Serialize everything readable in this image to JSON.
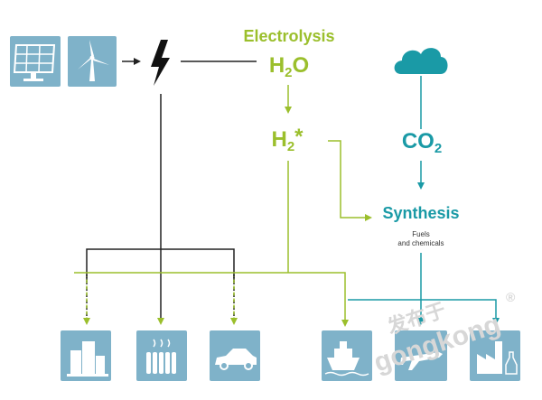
{
  "labels": {
    "electrolysis": "Electrolysis",
    "h2o_h": "H",
    "h2o_sub": "2",
    "h2o_o": "O",
    "h2_h": "H",
    "h2_sub": "2",
    "h2_star": "*",
    "co2_co": "CO",
    "co2_sub": "2",
    "synthesis": "Synthesis",
    "synthesis_note_1": "Fuels",
    "synthesis_note_2": "and chemicals"
  },
  "watermark": {
    "line1": "发布于",
    "line2": "gongkong",
    "mark": "®"
  },
  "colors": {
    "green": "#9bbf2c",
    "teal": "#1a9aa6",
    "tile": "#7fb2c9",
    "line_dark": "#222222"
  },
  "icons": [
    "solar-panel-icon",
    "wind-turbine-icon",
    "lightning-bolt-icon",
    "cloud-icon",
    "buildings-icon",
    "radiator-icon",
    "car-icon",
    "ship-icon",
    "airplane-icon",
    "factory-icon"
  ]
}
